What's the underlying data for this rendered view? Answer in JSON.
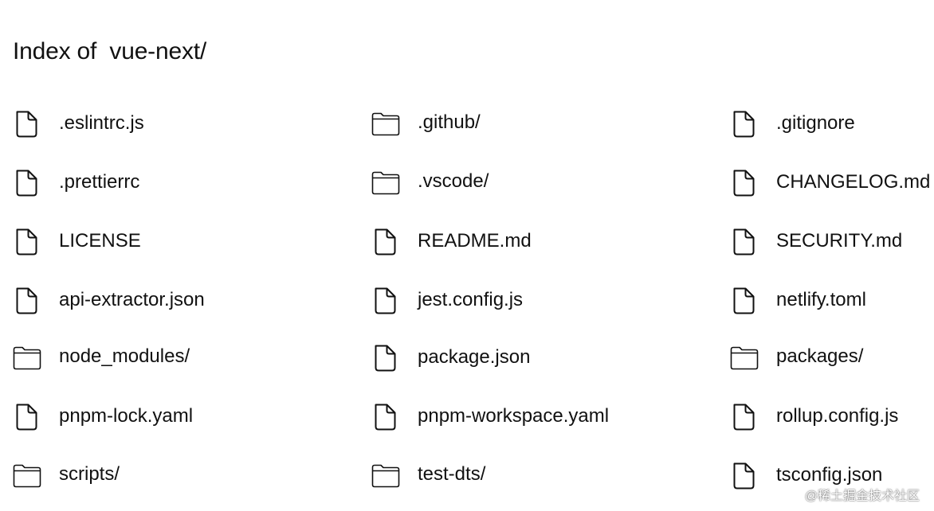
{
  "page": {
    "title": "Index of  vue-next/"
  },
  "entries": [
    {
      "name": ".eslintrc.js",
      "type": "file",
      "icon": "file-icon"
    },
    {
      "name": ".github/",
      "type": "folder",
      "icon": "folder-icon"
    },
    {
      "name": ".gitignore",
      "type": "file",
      "icon": "file-icon"
    },
    {
      "name": ".prettierrc",
      "type": "file",
      "icon": "file-icon"
    },
    {
      "name": ".vscode/",
      "type": "folder",
      "icon": "folder-icon"
    },
    {
      "name": "CHANGELOG.md",
      "type": "file",
      "icon": "file-icon"
    },
    {
      "name": "LICENSE",
      "type": "file",
      "icon": "file-icon"
    },
    {
      "name": "README.md",
      "type": "file",
      "icon": "file-icon"
    },
    {
      "name": "SECURITY.md",
      "type": "file",
      "icon": "file-icon"
    },
    {
      "name": "api-extractor.json",
      "type": "file",
      "icon": "file-icon"
    },
    {
      "name": "jest.config.js",
      "type": "file",
      "icon": "file-icon"
    },
    {
      "name": "netlify.toml",
      "type": "file",
      "icon": "file-icon"
    },
    {
      "name": "node_modules/",
      "type": "folder",
      "icon": "folder-icon"
    },
    {
      "name": "package.json",
      "type": "file",
      "icon": "file-icon"
    },
    {
      "name": "packages/",
      "type": "folder",
      "icon": "folder-icon"
    },
    {
      "name": "pnpm-lock.yaml",
      "type": "file",
      "icon": "file-icon"
    },
    {
      "name": "pnpm-workspace.yaml",
      "type": "file",
      "icon": "file-icon"
    },
    {
      "name": "rollup.config.js",
      "type": "file",
      "icon": "file-icon"
    },
    {
      "name": "scripts/",
      "type": "folder",
      "icon": "folder-icon"
    },
    {
      "name": "test-dts/",
      "type": "folder",
      "icon": "folder-icon"
    },
    {
      "name": "tsconfig.json",
      "type": "file",
      "icon": "file-icon"
    }
  ],
  "watermark": {
    "text": "@稀土掘金技术社区"
  }
}
